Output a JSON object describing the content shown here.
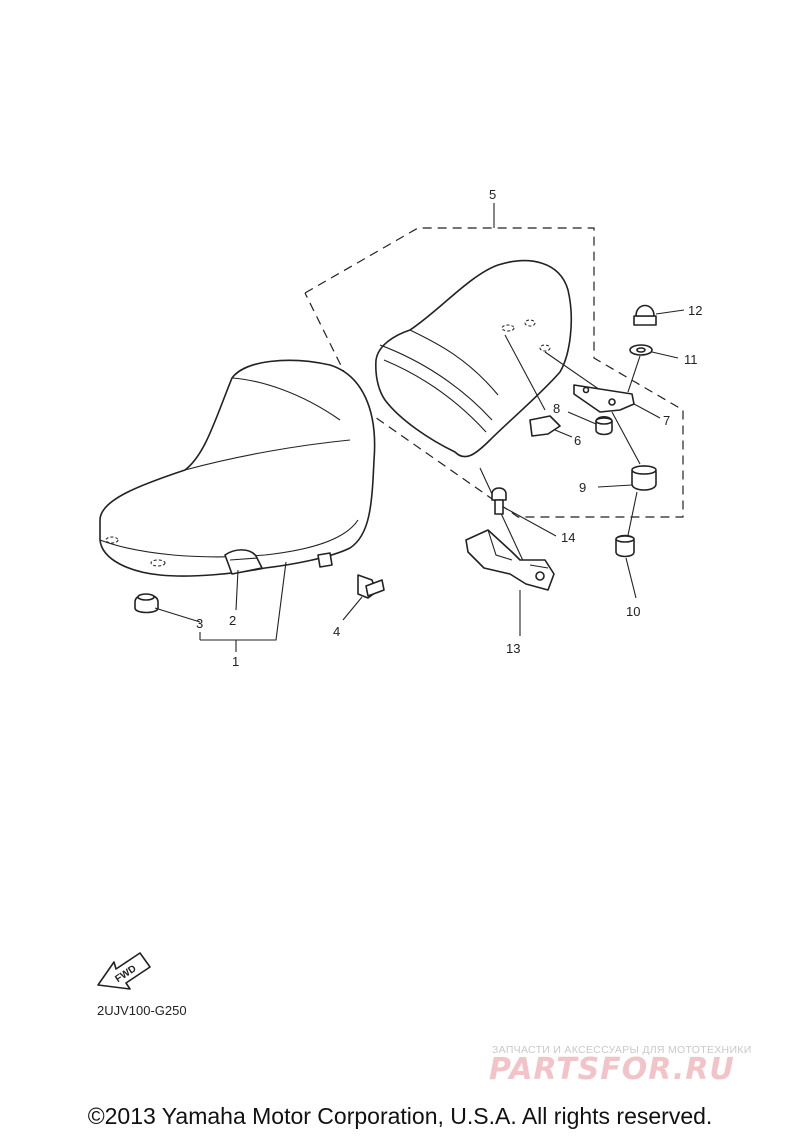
{
  "diagram": {
    "code": "2UJV100-G250",
    "copyright": "©2013 Yamaha Motor Corporation, U.S.A. All rights reserved.",
    "fwd_label": "FWD",
    "watermark": {
      "tagline": "ЗАПЧАСТИ И АКСЕССУАРЫ ДЛЯ МОТОТЕХНИКИ",
      "logo": "PARTSFOR.RU"
    },
    "callouts": [
      "1",
      "2",
      "3",
      "4",
      "5",
      "6",
      "7",
      "8",
      "9",
      "10",
      "11",
      "12",
      "13",
      "14"
    ]
  }
}
